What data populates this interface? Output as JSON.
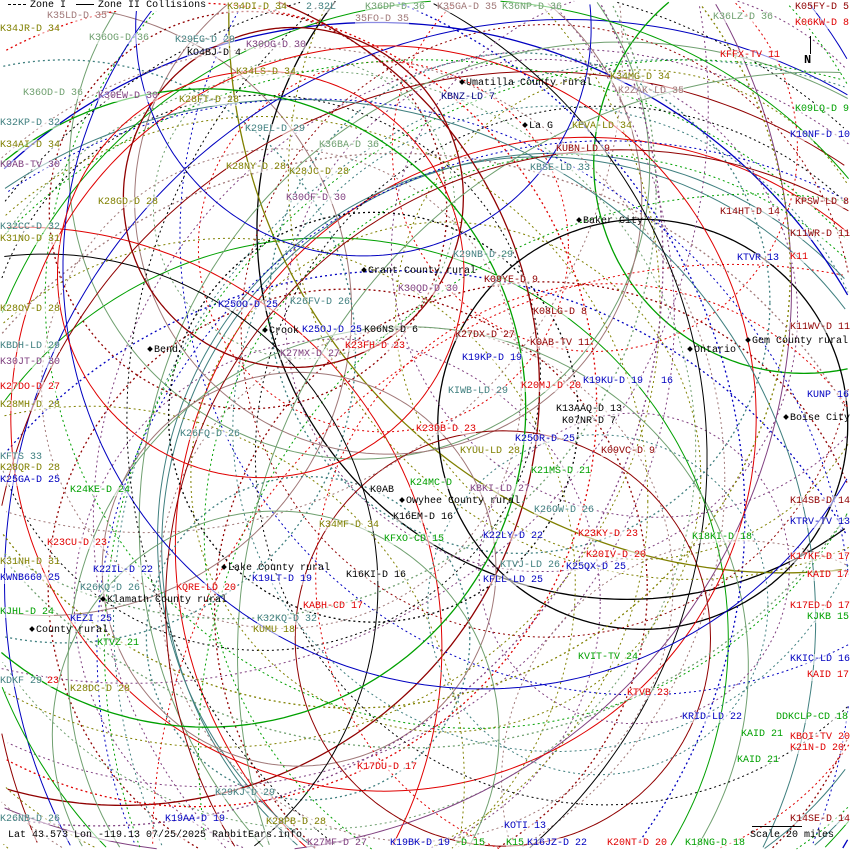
{
  "legend": {
    "zone1": "Zone I",
    "zone2": "Zone II",
    "collisions": "Collisions"
  },
  "footer": {
    "location": "Lat 43.573 Lon -119.13 07/25/2025 RabbitEars.info",
    "scale": "Scale 20 miles"
  },
  "north": "N",
  "colors": {
    "olive": "#808000",
    "teal": "#3f7f7f",
    "purple": "#804080",
    "blue": "#0000c0",
    "navy": "#000080",
    "red": "#e00000",
    "darkred": "#900000",
    "green": "#00a000",
    "graygreen": "#70a070",
    "pink": "#a07878",
    "black": "#000000"
  },
  "towns": [
    "Umatilla County rural",
    "La G",
    "Baker City",
    "Grant County rural",
    "Crook",
    "Bend",
    "Ontario",
    "Gem County rural",
    "Boise City",
    "Owyhee County rural",
    "Lake County rural",
    "Klamath County rural",
    "County rural"
  ],
  "stations": [
    {
      "text": "K35LD-D 35",
      "color": "#a07878"
    },
    {
      "text": "K34JR-D 34",
      "color": "#808000"
    },
    {
      "text": "K36OG-D 36",
      "color": "#70a070"
    },
    {
      "text": "K29EG-D 29",
      "color": "#3f7f7f"
    },
    {
      "text": "K30OG-D 30",
      "color": "#804080"
    },
    {
      "text": "KO4BJ-D 4",
      "color": "#000000"
    },
    {
      "text": "K34LS-D 34",
      "color": "#808000"
    },
    {
      "text": "K36OD-D 36",
      "color": "#70a070"
    },
    {
      "text": "K30EW-D 30",
      "color": "#804080"
    },
    {
      "text": "K28FT-D 28",
      "color": "#808000"
    },
    {
      "text": "K32KP-D 32",
      "color": "#3f7f7f"
    },
    {
      "text": "K29EL-D 29",
      "color": "#3f7f7f"
    },
    {
      "text": "K34AI-D 34",
      "color": "#808000"
    },
    {
      "text": "K36BA-D 36",
      "color": "#70a070"
    },
    {
      "text": "K0AB-TV 30",
      "color": "#804080"
    },
    {
      "text": "K28NY-D 28",
      "color": "#808000"
    },
    {
      "text": "K28JC-D 28",
      "color": "#808000"
    },
    {
      "text": "K30OF-D 30",
      "color": "#804080"
    },
    {
      "text": "K28GD-D 28",
      "color": "#808000"
    },
    {
      "text": "K32CC-D 32",
      "color": "#3f7f7f"
    },
    {
      "text": "K31NO-D 31",
      "color": "#808000"
    },
    {
      "text": "K34DI-D 34",
      "color": "#808000"
    },
    {
      "text": "2 32L",
      "color": "#3f7f7f"
    },
    {
      "text": "K36DP-D 36",
      "color": "#70a070"
    },
    {
      "text": "35FO-D 35",
      "color": "#a07878"
    },
    {
      "text": "K35GA-D 35",
      "color": "#a07878"
    },
    {
      "text": "K36NP-D 36",
      "color": "#70a070"
    },
    {
      "text": "K36LZ-D 36",
      "color": "#70a070"
    },
    {
      "text": "K05FY-D 5",
      "color": "#900000"
    },
    {
      "text": "K06KW-D 8",
      "color": "#e00000"
    },
    {
      "text": "KFFX-TV 11",
      "color": "#e00000"
    },
    {
      "text": "KBNZ-LD 7",
      "color": "#000080"
    },
    {
      "text": "K34MG-D 34",
      "color": "#808000"
    },
    {
      "text": "K2ZAK-LD 35",
      "color": "#a07878"
    },
    {
      "text": "K09LQ-D 9",
      "color": "#00a000"
    },
    {
      "text": "KEVA-LD 34",
      "color": "#808000"
    },
    {
      "text": "K10NF-D 10",
      "color": "#0000c0"
    },
    {
      "text": "KUBN-LD 9",
      "color": "#900000"
    },
    {
      "text": "KBSE-LD 33",
      "color": "#3f7f7f"
    },
    {
      "text": "KPSW-LD 8",
      "color": "#900000"
    },
    {
      "text": "K14HT-D 14",
      "color": "#900000"
    },
    {
      "text": "K11WR-D 11",
      "color": "#900000"
    },
    {
      "text": "K29NB-D 29",
      "color": "#3f7f7f"
    },
    {
      "text": "K11",
      "color": "#e00000"
    },
    {
      "text": "KTVR 13",
      "color": "#0000c0"
    },
    {
      "text": "K09YE-D 9",
      "color": "#900000"
    },
    {
      "text": "K30QD-D 30",
      "color": "#804080"
    },
    {
      "text": "K28OV-D 28",
      "color": "#808000"
    },
    {
      "text": "K25OO-D 25",
      "color": "#0000c0"
    },
    {
      "text": "K26FV-D 26",
      "color": "#3f7f7f"
    },
    {
      "text": "K08LG-D 8",
      "color": "#900000"
    },
    {
      "text": "K25OJ-D 25",
      "color": "#0000c0"
    },
    {
      "text": "K06NS-D 6",
      "color": "#000000"
    },
    {
      "text": "K23FH-D 23",
      "color": "#e00000"
    },
    {
      "text": "K27DX-D 27",
      "color": "#900000"
    },
    {
      "text": "KBDH-LD 29",
      "color": "#3f7f7f"
    },
    {
      "text": "K0AB-TV 11",
      "color": "#900000"
    },
    {
      "text": "K11WV-D 11",
      "color": "#900000"
    },
    {
      "text": "K27MX-D 27",
      "color": "#804080"
    },
    {
      "text": "K19KP-D 19",
      "color": "#0000c0"
    },
    {
      "text": "K30JT-D 30",
      "color": "#804080"
    },
    {
      "text": "K20MJ-D 20",
      "color": "#e00000"
    },
    {
      "text": "K19KU-D 19",
      "color": "#0000c0"
    },
    {
      "text": "16",
      "color": "#0000c0"
    },
    {
      "text": "K27DO-D 27",
      "color": "#e00000"
    },
    {
      "text": "KIWB-LD 29",
      "color": "#3f7f7f"
    },
    {
      "text": "KUNP 16",
      "color": "#0000c0"
    },
    {
      "text": "K28MH-D 28",
      "color": "#808000"
    },
    {
      "text": "K13AAQ-D 13",
      "color": "#000000"
    },
    {
      "text": "K07NR-D 7",
      "color": "#000000"
    },
    {
      "text": "K23DB-D 23",
      "color": "#e00000"
    },
    {
      "text": "K26FQ-D 26",
      "color": "#3f7f7f"
    },
    {
      "text": "K25OR-D 25",
      "color": "#0000c0"
    },
    {
      "text": "K09VC-D 9",
      "color": "#900000"
    },
    {
      "text": "KFTS 33",
      "color": "#3f7f7f"
    },
    {
      "text": "KYUU-LD 28",
      "color": "#808000"
    },
    {
      "text": "K28QR-D 28",
      "color": "#808000"
    },
    {
      "text": "K21MS-D 21",
      "color": "#00a000"
    },
    {
      "text": "K25GA-D 25",
      "color": "#0000c0"
    },
    {
      "text": "K24KE-D 24",
      "color": "#00a000"
    },
    {
      "text": "K0AB",
      "color": "#000000"
    },
    {
      "text": "K24MC-D",
      "color": "#00a000"
    },
    {
      "text": "KBKI-LD 27",
      "color": "#804080"
    },
    {
      "text": "K14SB-D 14",
      "color": "#900000"
    },
    {
      "text": "K26OW-D 26",
      "color": "#3f7f7f"
    },
    {
      "text": "K16EM-D 16",
      "color": "#000000"
    },
    {
      "text": "K34MF-D 34",
      "color": "#808000"
    },
    {
      "text": "KTRV-TV 13",
      "color": "#0000c0"
    },
    {
      "text": "KFXO-CD 15",
      "color": "#00a000"
    },
    {
      "text": "K22LY-D 22",
      "color": "#0000c0"
    },
    {
      "text": "K23KY-D 23",
      "color": "#e00000"
    },
    {
      "text": "K18KI-D 18",
      "color": "#00a000"
    },
    {
      "text": "K23CU-D 23",
      "color": "#e00000"
    },
    {
      "text": "K20IV-D 20",
      "color": "#e00000"
    },
    {
      "text": "K17KF-D 17",
      "color": "#e00000"
    },
    {
      "text": "K31NH-D 31",
      "color": "#808000"
    },
    {
      "text": "K22IL-D 22",
      "color": "#0000c0"
    },
    {
      "text": "KTVJ-LD 26",
      "color": "#3f7f7f"
    },
    {
      "text": "K25QX-D 25",
      "color": "#0000c0"
    },
    {
      "text": "K16KI-D 16",
      "color": "#000000"
    },
    {
      "text": "KWNB660 25",
      "color": "#0000c0"
    },
    {
      "text": "K19LT-D 19",
      "color": "#0000c0"
    },
    {
      "text": "KAID 17",
      "color": "#e00000"
    },
    {
      "text": "KFLL-LD 25",
      "color": "#0000c0"
    },
    {
      "text": "K26KQ-D 26",
      "color": "#3f7f7f"
    },
    {
      "text": "KQRE-LD 20",
      "color": "#e00000"
    },
    {
      "text": "K17ED-D 17",
      "color": "#e00000"
    },
    {
      "text": "KABH-CD 17",
      "color": "#e00000"
    },
    {
      "text": "KJHL-D 24",
      "color": "#00a000"
    },
    {
      "text": "KJKB 15",
      "color": "#00a000"
    },
    {
      "text": "KEZI 25",
      "color": "#0000c0"
    },
    {
      "text": "K32KQ-D 32",
      "color": "#3f7f7f"
    },
    {
      "text": "KUMU 18",
      "color": "#808000"
    },
    {
      "text": "KTVZ 21",
      "color": "#00a000"
    },
    {
      "text": "KVIT-TV 24",
      "color": "#00a000"
    },
    {
      "text": "KKIC-LD 16",
      "color": "#0000c0"
    },
    {
      "text": "KAID 17",
      "color": "#e00000"
    },
    {
      "text": "KDKF 29",
      "color": "#3f7f7f"
    },
    {
      "text": "23",
      "color": "#e00000"
    },
    {
      "text": "K28DC-D 28",
      "color": "#808000"
    },
    {
      "text": "KTVB 23",
      "color": "#e00000"
    },
    {
      "text": "KRID-LD 22",
      "color": "#0000c0"
    },
    {
      "text": "DDKCLP-CD 18",
      "color": "#00a000"
    },
    {
      "text": "KAID 21",
      "color": "#00a000"
    },
    {
      "text": "KBOI-TV 20",
      "color": "#e00000"
    },
    {
      "text": "K21N-D 20",
      "color": "#e00000"
    },
    {
      "text": "KAID 21",
      "color": "#00a000"
    },
    {
      "text": "K17DU-D 17",
      "color": "#e00000"
    },
    {
      "text": "K29KJ-D 29",
      "color": "#3f7f7f"
    },
    {
      "text": "K28PB-D 28",
      "color": "#808000"
    },
    {
      "text": "KOTI 13",
      "color": "#0000c0"
    },
    {
      "text": "K26NB-D 26",
      "color": "#3f7f7f"
    },
    {
      "text": "K19AA-D 19",
      "color": "#0000c0"
    },
    {
      "text": "K27MF-D 27",
      "color": "#804080"
    },
    {
      "text": "K19BK-D 19",
      "color": "#0000c0"
    },
    {
      "text": "-D 15",
      "color": "#00a000"
    },
    {
      "text": "K15",
      "color": "#00a000"
    },
    {
      "text": "K16JZ-D 22",
      "color": "#0000c0"
    },
    {
      "text": "K20NT-D 20",
      "color": "#e00000"
    },
    {
      "text": "K18NG-D 18",
      "color": "#00a000"
    },
    {
      "text": "K14SE-D 14",
      "color": "#900000"
    }
  ]
}
